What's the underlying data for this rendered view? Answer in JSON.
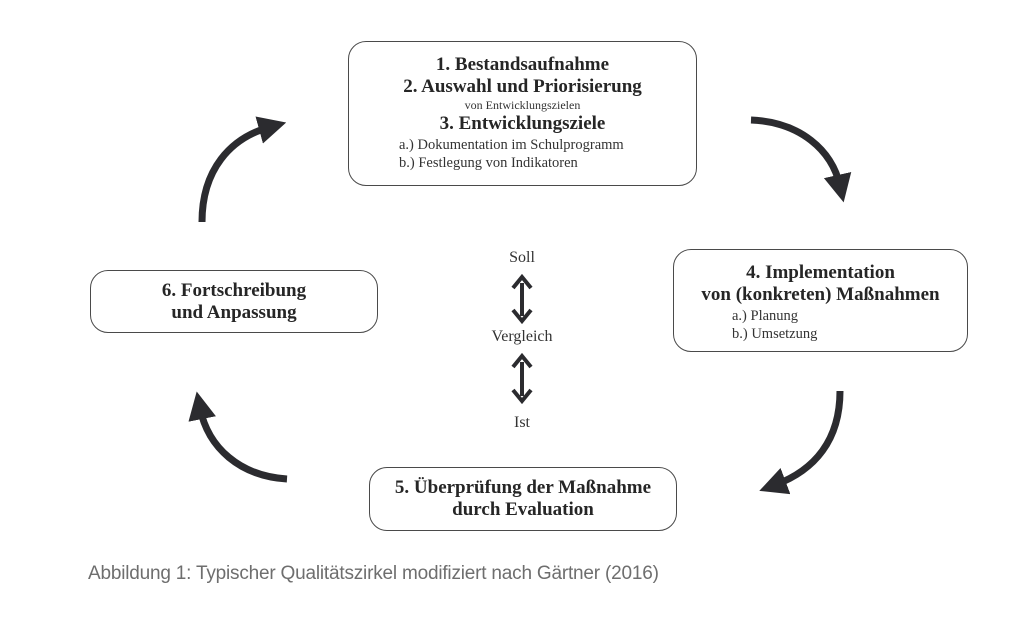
{
  "boxes": {
    "step1_3": {
      "line1": "1. Bestandsaufnahme",
      "line2": "2. Auswahl und Priorisierung",
      "line2_sub": "von Entwicklungszielen",
      "line3": "3. Entwicklungsziele",
      "items": [
        "a.) Dokumentation im Schulprogramm",
        "b.) Festlegung von Indikatoren"
      ]
    },
    "step4": {
      "line1": "4. Implementation",
      "line2": "von (konkreten) Maßnahmen",
      "items": [
        "a.) Planung",
        "b.) Umsetzung"
      ]
    },
    "step5": {
      "line1": "5. Überprüfung der Maßnahme",
      "line2": "durch Evaluation"
    },
    "step6": {
      "line1": "6. Fortschreibung",
      "line2": "und Anpassung"
    }
  },
  "center": {
    "top": "Soll",
    "middle": "Vergleich",
    "bottom": "Ist"
  },
  "colors": {
    "arrow": "#2b2b2f",
    "border": "#4a4a4a",
    "caption": "#6e6e6e"
  },
  "caption": "Abbildung 1: Typischer Qualitätszirkel modifiziert nach Gärtner (2016)"
}
